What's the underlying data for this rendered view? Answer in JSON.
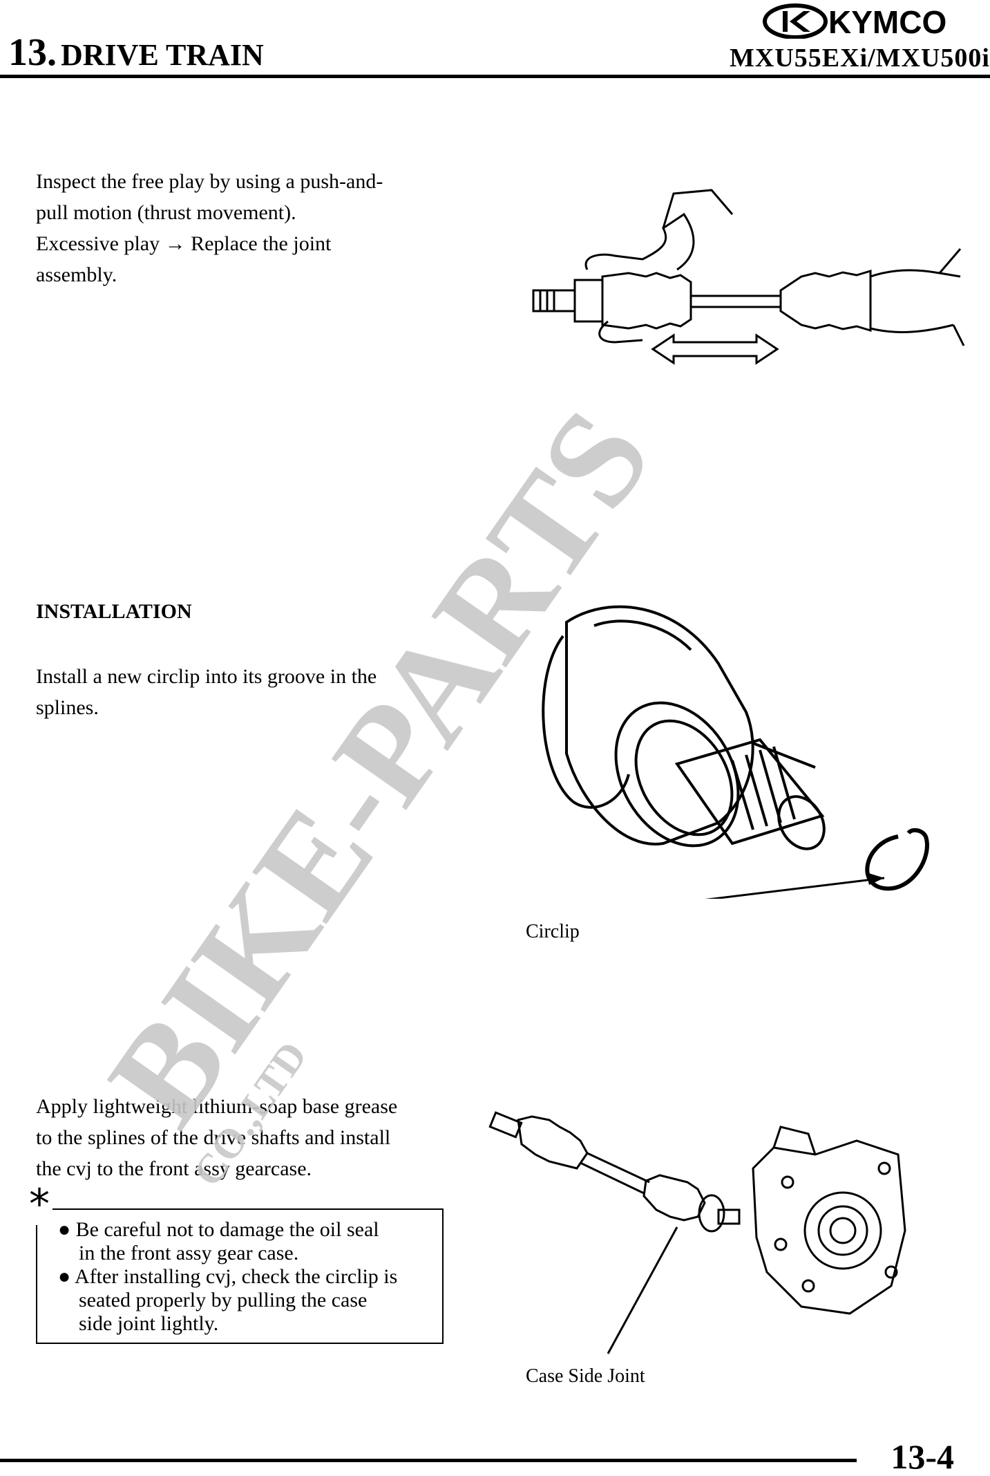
{
  "header": {
    "chapter_number": "13.",
    "chapter_title": "DRIVE TRAIN",
    "model": "MXU55EXi/MXU500i",
    "brand_logo": "KYMCO"
  },
  "section1": {
    "lines": [
      "Inspect the free play by using a push-and-",
      "pull motion (thrust movement).",
      "Excessive play → Replace the joint",
      "assembly."
    ]
  },
  "installation": {
    "heading": "INSTALLATION",
    "lines": [
      "Install a new circlip into its groove in the",
      "splines."
    ],
    "caption": "Circlip"
  },
  "section3": {
    "lines": [
      "Apply lightweight lithium-soap base grease",
      "to the splines of the drive shafts and install",
      "the cvj to the front assy gearcase."
    ],
    "note_symbol": "*",
    "notes": [
      [
        "● Be careful not to damage the oil seal",
        "in the front assy gear case."
      ],
      [
        "● After installing cvj, check the circlip is",
        "seated properly by pulling the case",
        "side joint lightly."
      ]
    ],
    "caption": "Case Side Joint"
  },
  "watermark": {
    "main": "BIKE-PARTS",
    "sub": "CO.,LTD"
  },
  "footer": {
    "page_number": "13-4"
  }
}
